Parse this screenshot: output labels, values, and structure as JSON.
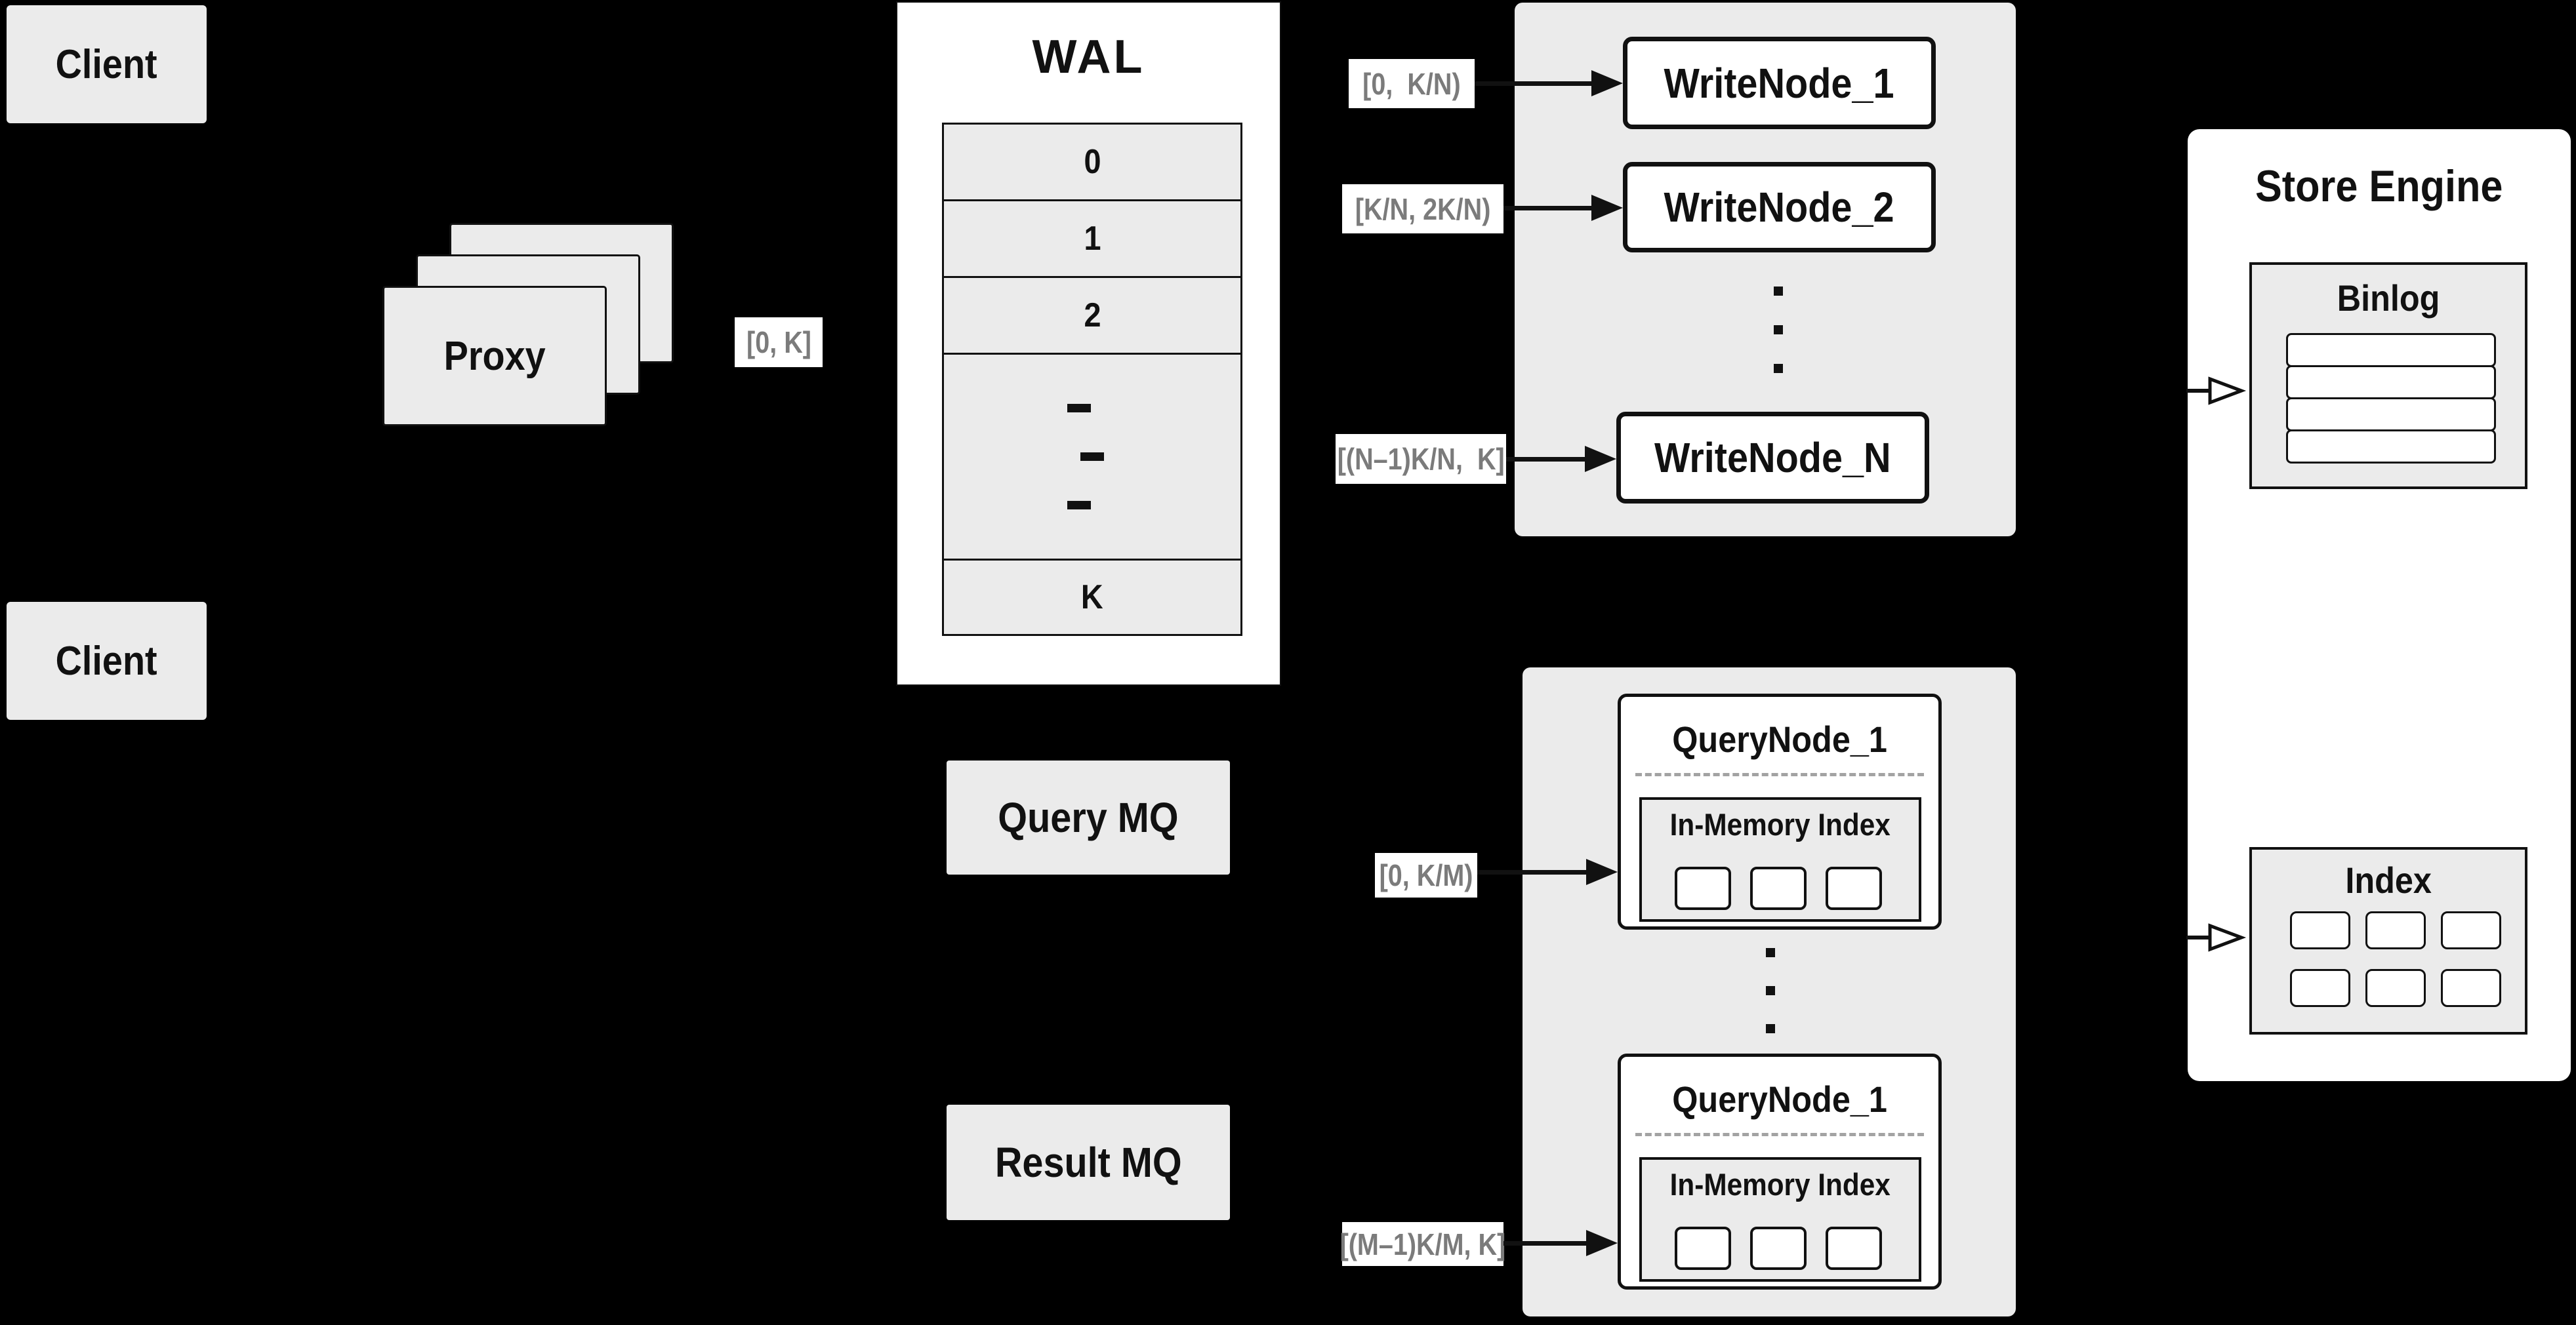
{
  "colors": {
    "background": "#000000",
    "panel_gray": "#ebebeb",
    "node_white": "#ffffff",
    "ink": "#111111",
    "range_text": "#7b7b7b",
    "divider_dash": "#a3a3a3"
  },
  "clients": {
    "top": "Client",
    "bottom": "Client"
  },
  "proxy": {
    "label": "Proxy"
  },
  "routing": {
    "proxy_range": "[0, K]",
    "write_1": "[0,  K/N)",
    "write_2": "[K/N, 2K/N)",
    "write_n": "[(N–1)K/N,  K]",
    "query_1": "[0, K/M)",
    "query_m": "[(M–1)K/M, K]"
  },
  "wal": {
    "title": "WAL",
    "segments": [
      "0",
      "1",
      "2"
    ],
    "last_segment": "K"
  },
  "write_nodes": {
    "node_1": "WriteNode_1",
    "node_2": "WriteNode_2",
    "node_n": "WriteNode_N"
  },
  "mq": {
    "query": "Query MQ",
    "result": "Result MQ"
  },
  "query_nodes": {
    "top": {
      "title": "QueryNode_1",
      "inner": "In-Memory Index"
    },
    "bottom": {
      "title": "QueryNode_1",
      "inner": "In-Memory Index"
    }
  },
  "store_engine": {
    "title": "Store Engine",
    "binlog": "Binlog",
    "index": "Index"
  }
}
